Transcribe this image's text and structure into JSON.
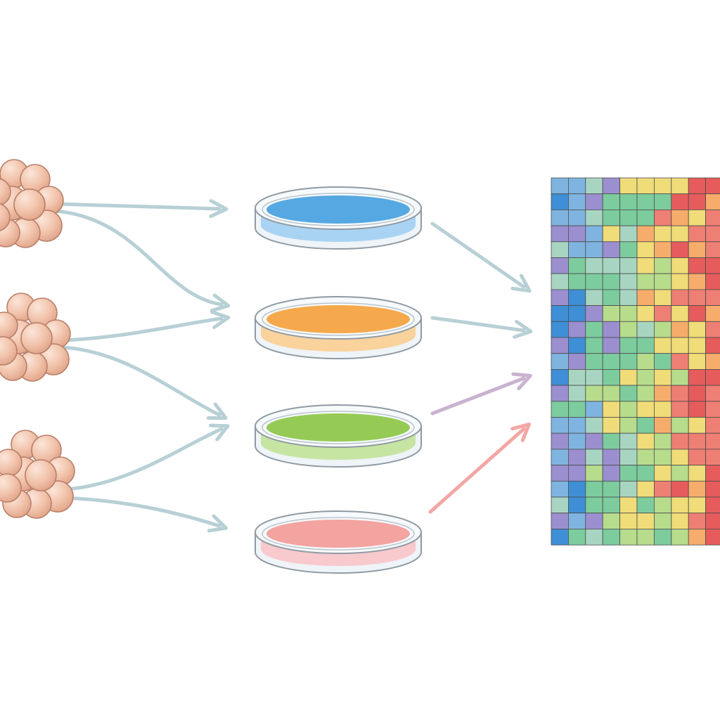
{
  "colors": {
    "background": "#ffffff",
    "cell_fill": "#f2c4ac",
    "cell_highlight": "#fae3d6",
    "cell_stroke": "#b97f68",
    "dish_rim": "#8f9aa3",
    "dish_glass": "#eef4f7",
    "arrow_default": "#b7d0d6",
    "grid_line": "#4a4a4a"
  },
  "cell_clusters": [
    {
      "name": "cluster-1"
    },
    {
      "name": "cluster-2"
    },
    {
      "name": "cluster-3"
    }
  ],
  "dishes": [
    {
      "name": "dish-blue",
      "medium_top": "#55a8e2",
      "medium_side": "#a9d3f2"
    },
    {
      "name": "dish-orange",
      "medium_top": "#f5a94c",
      "medium_side": "#fad29c"
    },
    {
      "name": "dish-green",
      "medium_top": "#95cb55",
      "medium_side": "#c7e5a2"
    },
    {
      "name": "dish-red",
      "medium_top": "#f3a3a0",
      "medium_side": "#f8c9cd"
    }
  ],
  "links": [
    {
      "from": "cluster-1",
      "to": "dish-blue",
      "color": "#b7d0d6"
    },
    {
      "from": "cluster-1",
      "to": "dish-orange",
      "color": "#b7d0d6"
    },
    {
      "from": "cluster-2",
      "to": "dish-orange",
      "color": "#b7d0d6"
    },
    {
      "from": "cluster-2",
      "to": "dish-green",
      "color": "#b7d0d6"
    },
    {
      "from": "cluster-3",
      "to": "dish-green",
      "color": "#b7d0d6"
    },
    {
      "from": "cluster-3",
      "to": "dish-red",
      "color": "#b7d0d6"
    },
    {
      "from": "dish-blue",
      "to": "heatmap",
      "color": "#b7d0d6"
    },
    {
      "from": "dish-orange",
      "to": "heatmap",
      "color": "#b7d0d6"
    },
    {
      "from": "dish-green",
      "to": "heatmap",
      "color": "#c9b3cf"
    },
    {
      "from": "dish-red",
      "to": "heatmap",
      "color": "#f3a7a4"
    }
  ],
  "heatmap": {
    "rows": 23,
    "cols": 10,
    "palette": [
      "#3f8fd6",
      "#7fb4e0",
      "#9b8fd0",
      "#a8d5c2",
      "#7ccc9e",
      "#b6dc8c",
      "#f0dc78",
      "#f6ad6c",
      "#ee7f74",
      "#e65c5c"
    ]
  }
}
